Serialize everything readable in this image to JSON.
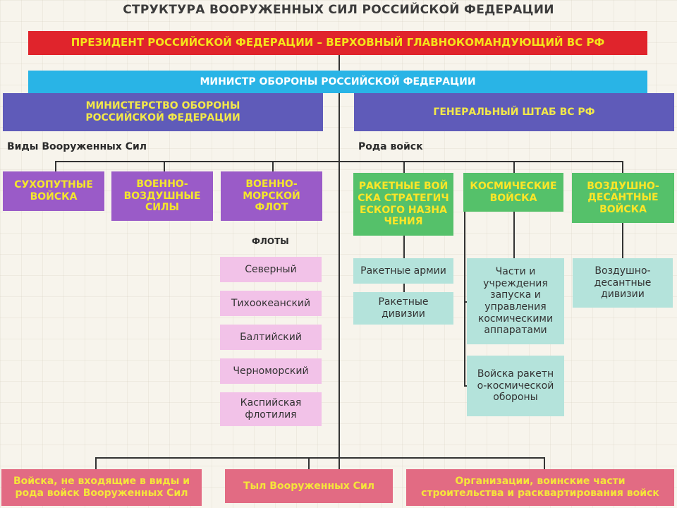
{
  "title": "СТРУКТУРА ВООРУЖЕННЫХ СИЛ РОССИЙСКОЙ ФЕДЕРАЦИИ",
  "president": "ПРЕЗИДЕНТ РОССИЙСКОЙ ФЕДЕРАЦИИ – ВЕРХОВНЫЙ ГЛАВНОКОМАНДУЮЩИЙ ВС РФ",
  "minister": "МИНИСТР ОБОРОНЫ РОССИЙСКОЙ ФЕДЕРАЦИИ",
  "ministry": "МИНИСТЕРСТВО ОБОРОНЫ РОССИЙСКОЙ ФЕДЕРАЦИИ",
  "general_staff": "ГЕНЕРАЛЬНЫЙ ШТАБ ВС РФ",
  "types_label": "Виды Вооруженных Сил",
  "branches_label": "Рода войск",
  "types": [
    "СУХОПУТНЫЕ ВОЙСКА",
    "ВОЕННО-ВОЗДУШНЫЕ СИЛЫ",
    "ВОЕННО-МОРСКОЙ ФЛОТ"
  ],
  "fleets_label": "ФЛОТЫ",
  "fleets": [
    "Северный",
    "Тихоокеанский",
    "Балтийский",
    "Черноморский",
    "Каспийская флотилия"
  ],
  "branches": [
    "РАКЕТНЫЕ ВОЙСКА СТРАТЕГИЧЕСКОГО НАЗНАЧЕНИЯ",
    "КОСМИЧЕСКИЕ ВОЙСКА",
    "ВОЗДУШНО-ДЕСАНТНЫЕ ВОЙСКА"
  ],
  "rvsn_units": [
    "Ракетные армии",
    "Ракетные дивизии"
  ],
  "space_units": [
    "Части и учреждения запуска и управления космическими аппаратами",
    "Войска ракетно-космической обороны"
  ],
  "vdv_units": [
    "Воздушно-десантные дивизии"
  ],
  "bottom": [
    "Войска, не входящие в виды и рода войск Вооруженных Сил",
    "Тыл Вооруженных Сил",
    "Организации, воинские части строительства и расквартирования войск"
  ]
}
